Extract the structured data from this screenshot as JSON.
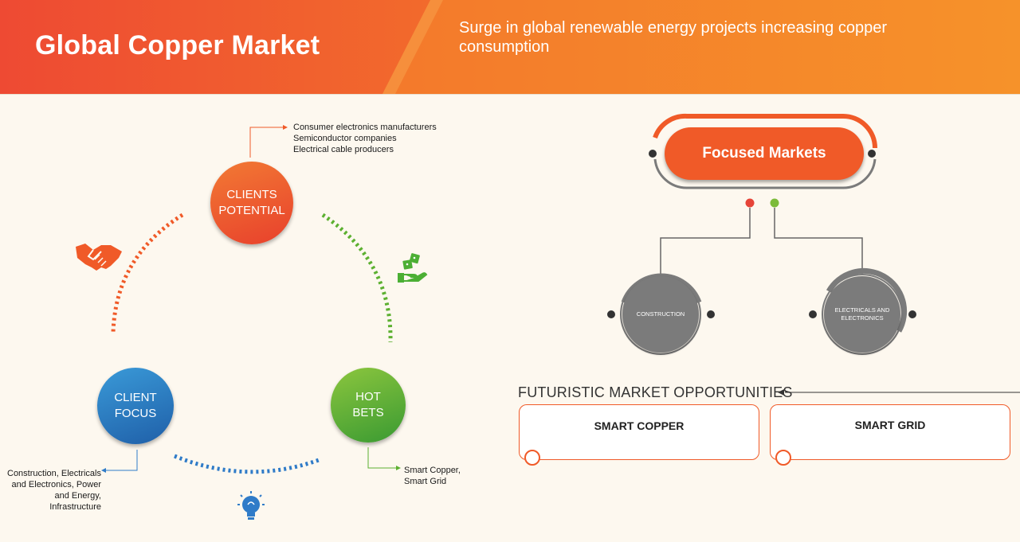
{
  "header": {
    "title": "Global Copper Market",
    "subtitle": "Surge in global renewable energy projects increasing copper consumption"
  },
  "cycle": {
    "clients_potential": {
      "label": "CLIENTS\nPOTENTIAL",
      "note": "Consumer electronics manufacturers\nSemiconductor companies\nElectrical cable producers"
    },
    "client_focus": {
      "label": "CLIENT\nFOCUS",
      "note": "Construction, Electricals\nand Electronics, Power\nand Energy,\nInfrastructure"
    },
    "hot_bets": {
      "label": "HOT\nBETS",
      "note": "Smart Copper,\nSmart Grid"
    }
  },
  "focused_markets": {
    "title": "Focused Markets",
    "markets": [
      "CONSTRUCTION",
      "ELECTRICALS AND ELECTRONICS"
    ]
  },
  "opportunities": {
    "title": "FUTURISTIC MARKET OPPORTUNITIES",
    "items": [
      "SMART COPPER",
      "SMART GRID"
    ]
  },
  "icons": [
    "handshake-icon",
    "dice-hand-icon",
    "lightbulb-icon"
  ],
  "colors": {
    "orange": "#f05a28",
    "green": "#5cb030",
    "blue": "#2f7bc8",
    "gray": "#7b7b7b"
  }
}
